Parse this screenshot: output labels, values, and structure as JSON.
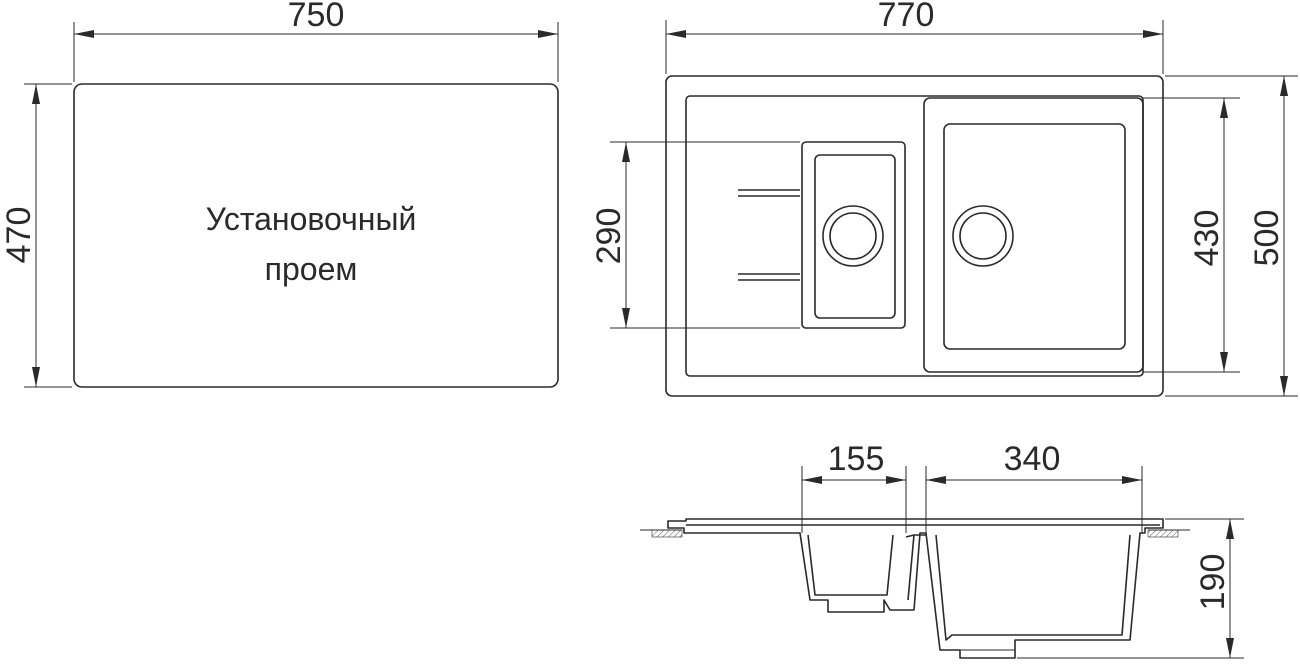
{
  "cutout": {
    "label_line1": "Установочный",
    "label_line2": "проем",
    "width": "750",
    "height": "470"
  },
  "top_view": {
    "overall_width": "770",
    "overall_height": "500",
    "main_bowl_height": "430",
    "small_bowl_height": "290"
  },
  "section_view": {
    "small_bowl_width": "155",
    "main_bowl_width": "340",
    "depth": "190"
  },
  "colors": {
    "line": "#2a2a2a",
    "background": "#ffffff"
  }
}
